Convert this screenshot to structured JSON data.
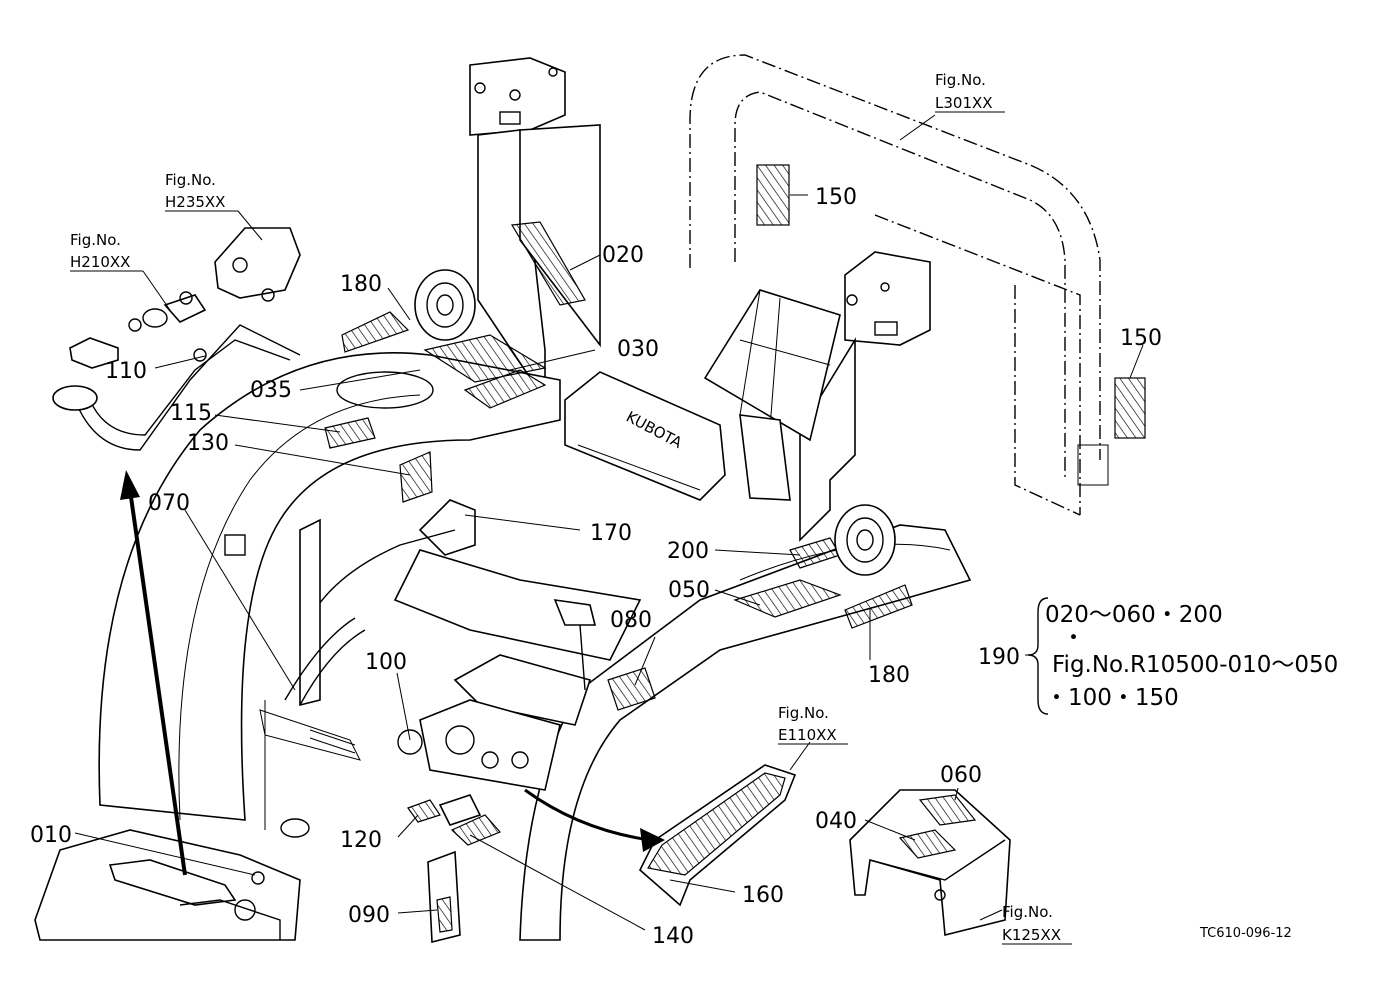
{
  "parts": [
    "010",
    "020",
    "030",
    "035",
    "040",
    "050",
    "060",
    "070",
    "080",
    "090",
    "100",
    "110",
    "115",
    "120",
    "130",
    "140",
    "150",
    "150",
    "160",
    "170",
    "180",
    "180",
    "190",
    "200"
  ],
  "fig_refs": [
    {
      "label": "Fig.No.",
      "code": "H235XX"
    },
    {
      "label": "Fig.No.",
      "code": "H210XX"
    },
    {
      "label": "Fig.No.",
      "code": "L301XX"
    },
    {
      "label": "Fig.No.",
      "code": "E110XX"
    },
    {
      "label": "Fig.No.",
      "code": "K125XX"
    }
  ],
  "note": {
    "line1": "020～060・200",
    "dot": "・",
    "line2": "Fig.No.R10500-010～050",
    "line3": "・100・150"
  },
  "drawing_code": "TC610-096-12",
  "brand_text": "KUBOTA"
}
